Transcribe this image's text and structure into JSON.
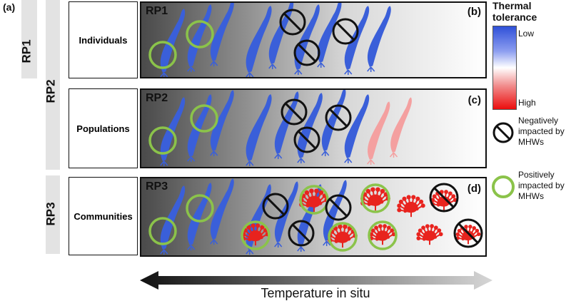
{
  "figure_label": "(a)",
  "rp_levels": {
    "rp1": "RP1",
    "rp2": "RP2",
    "rp3": "RP3"
  },
  "scales": {
    "individuals": "Individuals",
    "populations": "Populations",
    "communities": "Communities"
  },
  "panels": [
    {
      "title": "RP1",
      "letter": "(b)"
    },
    {
      "title": "RP2",
      "letter": "(c)"
    },
    {
      "title": "RP3",
      "letter": "(d)"
    }
  ],
  "legend": {
    "thermal_title_line1": "Thermal",
    "thermal_title_line2": "tolerance",
    "low": "Low",
    "high": "High",
    "neg_line1": "Negatively",
    "neg_line2": "impacted by",
    "neg_line3": "MHWs",
    "pos_line1": "Positively",
    "pos_line2": "impacted by",
    "pos_line3": "MHWs"
  },
  "axis": {
    "label": "Temperature in situ"
  },
  "colors": {
    "kelp_low": "#3a5fd9",
    "kelp_high": "#f4a0a0",
    "coralline": "#e8231e",
    "positive_ring": "#8bc34a",
    "negative": "#111111"
  }
}
